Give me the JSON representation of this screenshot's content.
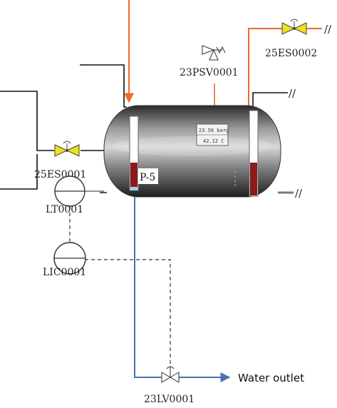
{
  "vessel": {
    "tag": "P-5",
    "readout_pressure": "23.56 barg",
    "readout_temperature": "42.12 C"
  },
  "valves": {
    "inlet_shutdown": "25ES0001",
    "outlet_shutdown": "25ES0002",
    "safety_valve": "23PSV0001",
    "level_valve": "23LV0001"
  },
  "instruments": {
    "level_transmitter": "LT0001",
    "level_controller": "LIC0001"
  },
  "labels": {
    "water_outlet": "Water outlet",
    "break_mark": "//"
  },
  "colors": {
    "process_orange": "#ee6a2a",
    "water_blue": "#4f6fb5",
    "valve_yellow": "#e8e418",
    "level_red": "#8b1a1a"
  }
}
